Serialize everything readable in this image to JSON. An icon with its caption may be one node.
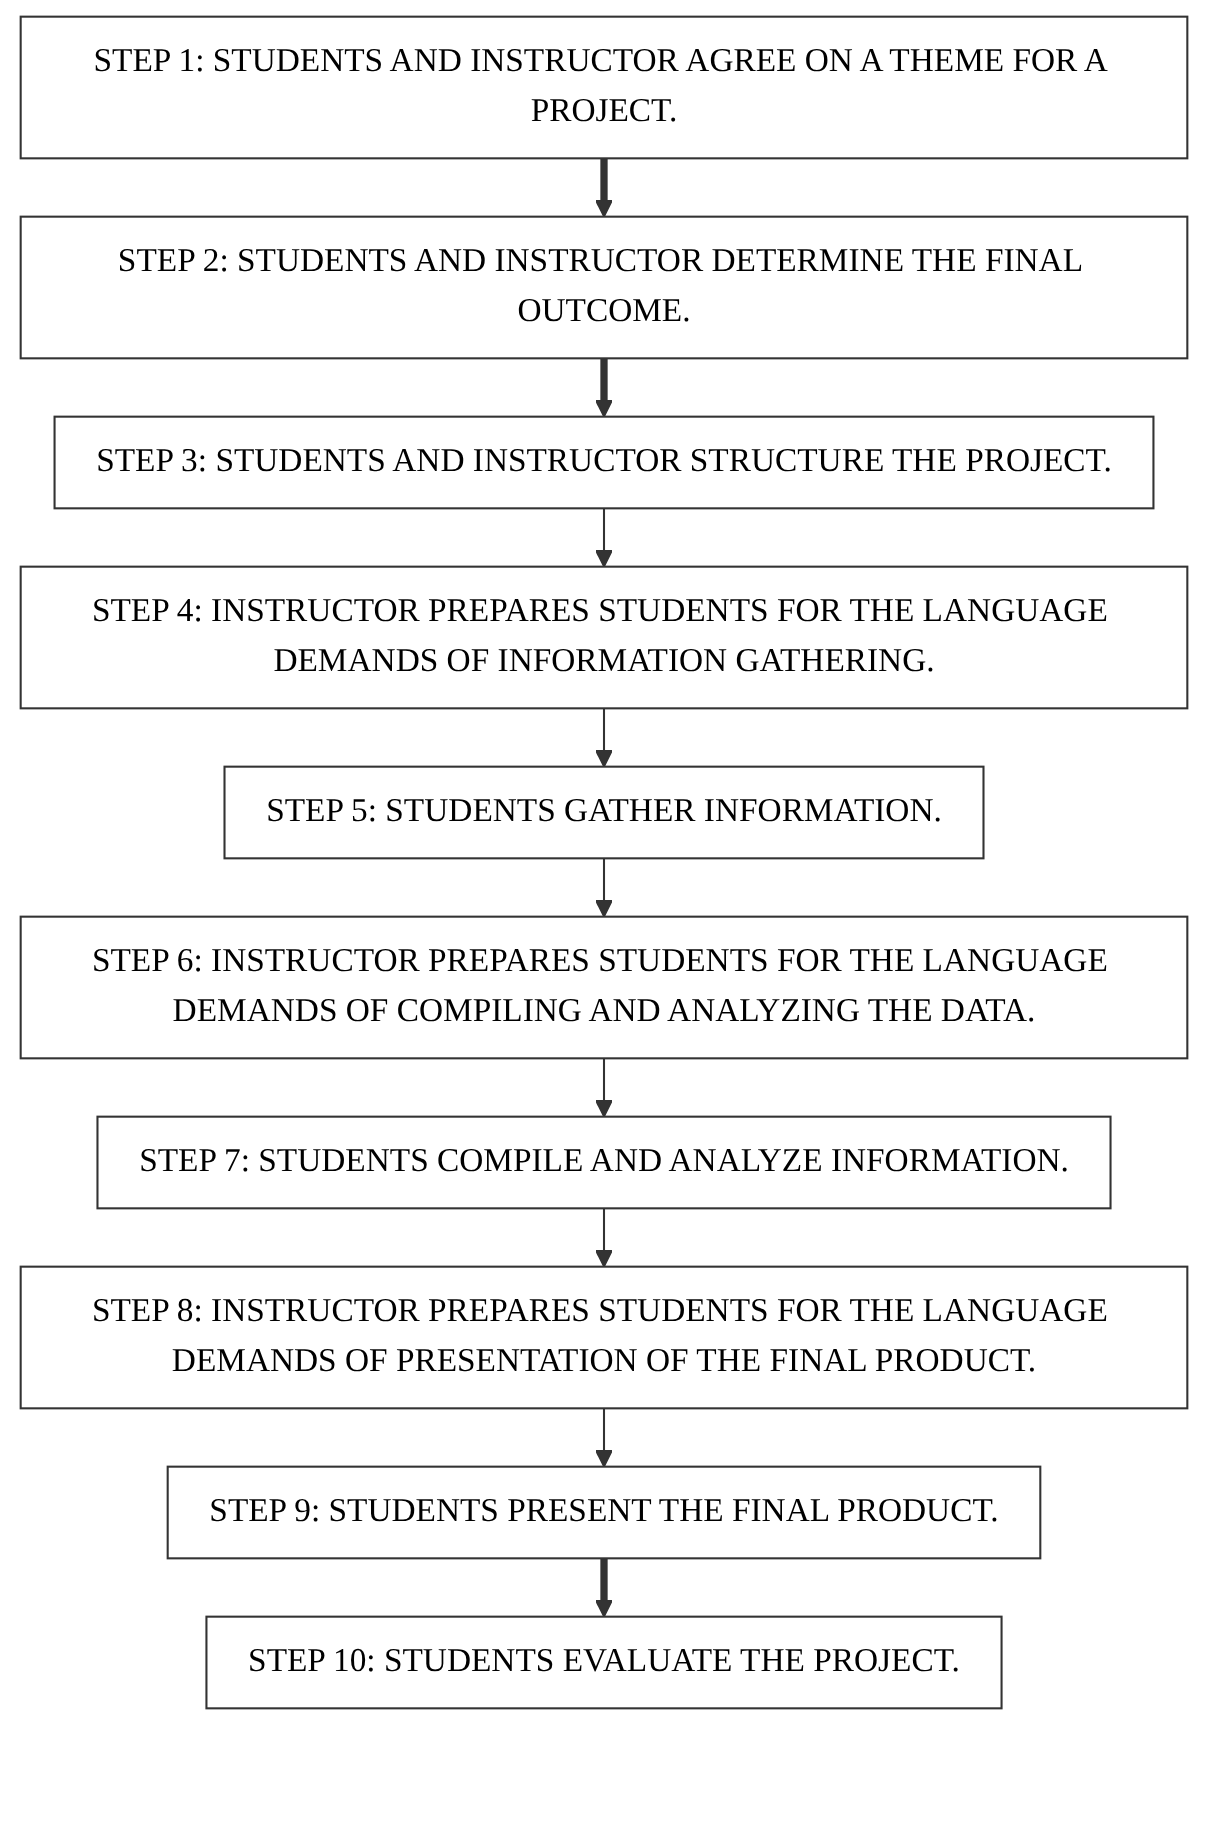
{
  "diagram": {
    "nodes": [
      {
        "text": [
          "STEP 1: STUDENTS AND INSTRUCTOR AGREE ON A THEME FOR A PROJECT."
        ]
      },
      {
        "text": [
          "STEP 2: STUDENTS AND INSTRUCTOR DETERMINE THE FINAL OUTCOME."
        ]
      },
      {
        "text": [
          "STEP 3: STUDENTS AND INSTRUCTOR STRUCTURE THE PROJECT."
        ]
      },
      {
        "text": [
          "STEP 4: INSTRUCTOR PREPARES STUDENTS FOR THE LANGUAGE DEMANDS OF INFORMATION GATHERING."
        ]
      },
      {
        "text": [
          "STEP 5: STUDENTS GATHER INFORMATION."
        ]
      },
      {
        "text": [
          "STEP 6: INSTRUCTOR PREPARES STUDENTS FOR THE LANGUAGE DEMANDS OF COMPILING AND ANALYZING THE DATA."
        ]
      },
      {
        "text": [
          "STEP 7: STUDENTS COMPILE AND ANALYZE INFORMATION."
        ]
      },
      {
        "text": [
          "STEP 8: INSTRUCTOR PREPARES STUDENTS FOR THE LANGUAGE DEMANDS OF PRESENTATION OF THE FINAL PRODUCT."
        ]
      },
      {
        "text": [
          "STEP 9: STUDENTS PRESENT THE FINAL PRODUCT."
        ]
      },
      {
        "text": [
          "STEP 10: STUDENTS EVALUATE THE PROJECT."
        ]
      }
    ],
    "edges": [
      {
        "from": 0,
        "to": 1,
        "arrow": "to",
        "style": "thick"
      },
      {
        "from": 1,
        "to": 2,
        "arrow": "to",
        "style": "thick"
      },
      {
        "from": 2,
        "to": 3,
        "arrow": "to"
      },
      {
        "from": 3,
        "to": 4,
        "arrow": "to"
      },
      {
        "from": 4,
        "to": 5,
        "arrow": "to"
      },
      {
        "from": 5,
        "to": 6,
        "arrow": "to"
      },
      {
        "from": 6,
        "to": 7,
        "arrow": "to"
      },
      {
        "from": 7,
        "to": 8,
        "arrow": "to"
      },
      {
        "from": 8,
        "to": 9,
        "arrow": "to",
        "style": "thick"
      }
    ]
  }
}
